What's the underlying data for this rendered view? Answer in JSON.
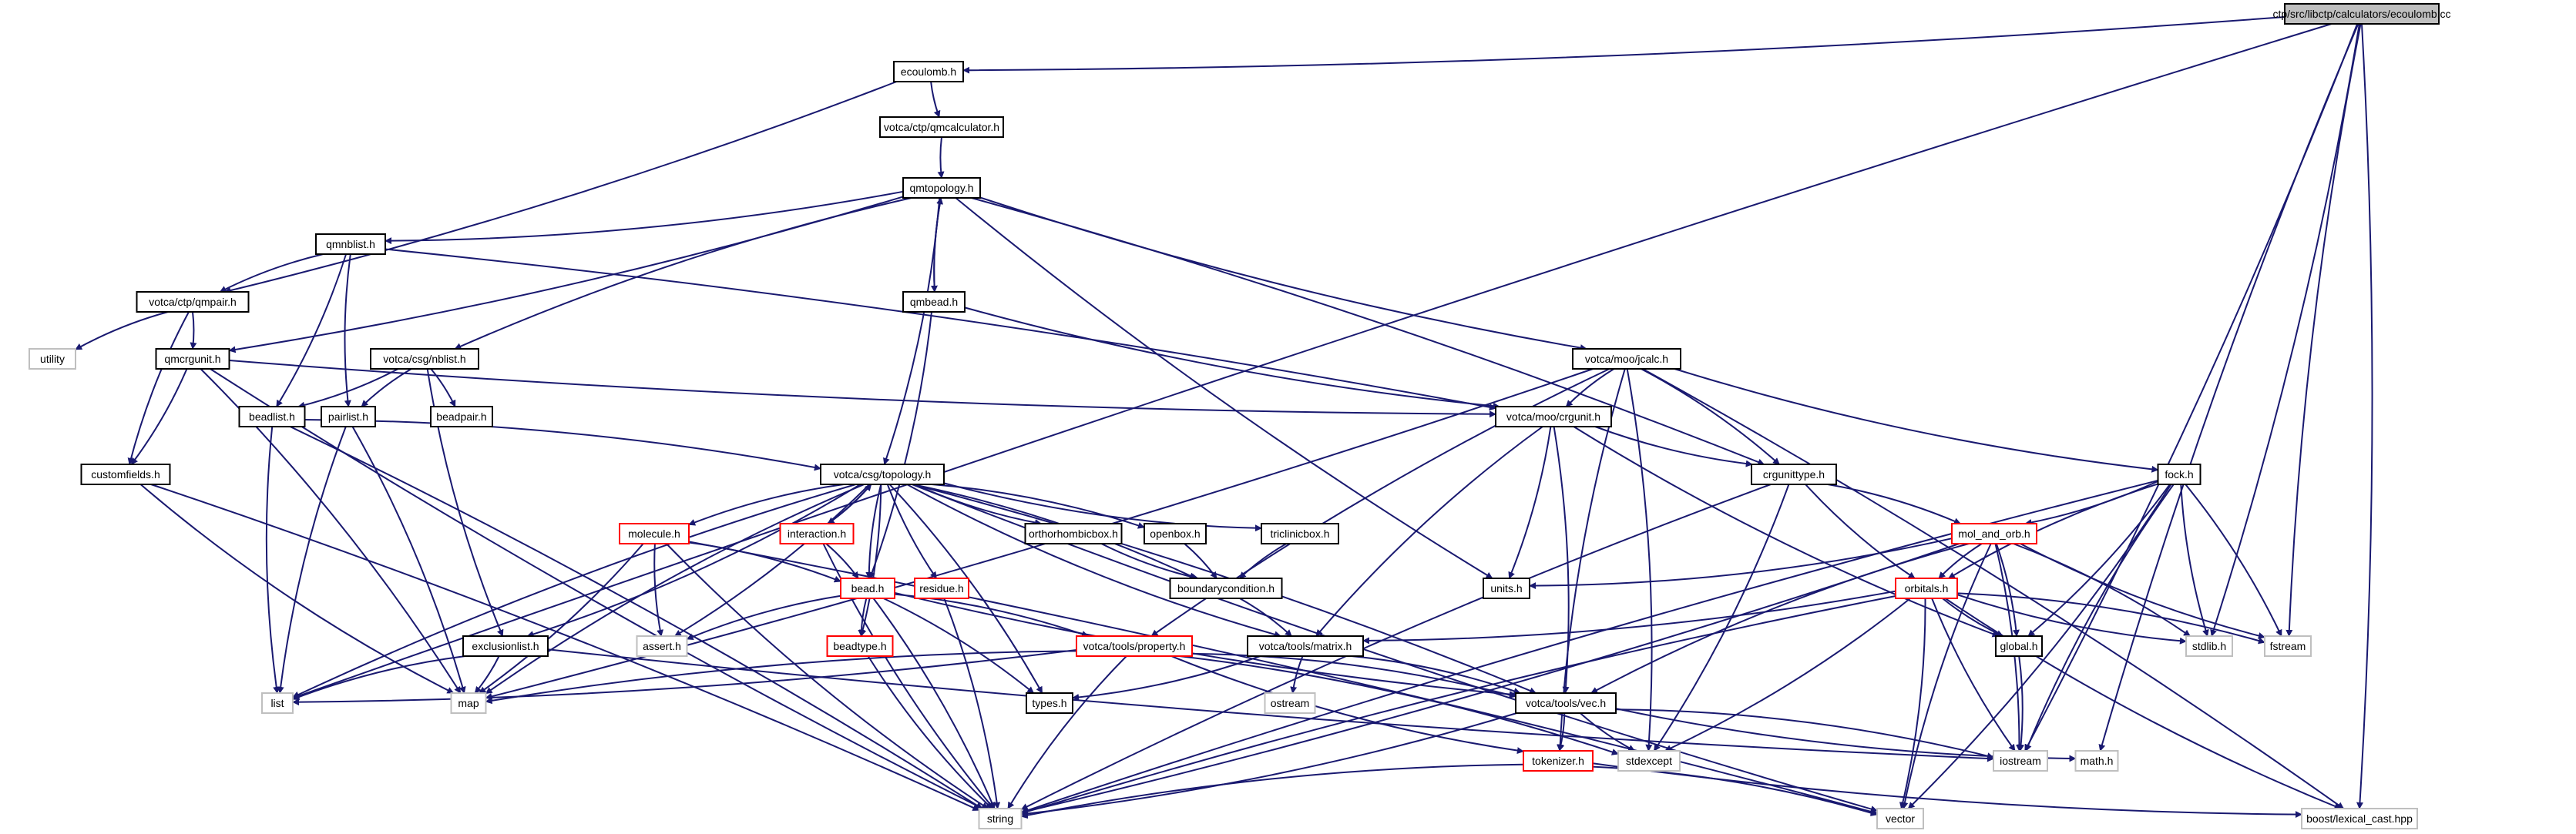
{
  "graph": {
    "colors": {
      "edge": "#191970",
      "root_fill": "#bfbfbf",
      "normal_stroke": "#000000",
      "truncated_stroke": "#ff0000",
      "external_stroke": "#bfbfbf",
      "external_text": "#000000"
    },
    "nodes": [
      {
        "id": "root",
        "label": "ctp/src/libctp/calculators/ecoulomb.cc",
        "kind": "root"
      },
      {
        "id": "ecoulomb_h",
        "label": "ecoulomb.h",
        "kind": "normal"
      },
      {
        "id": "qmcalculator_h",
        "label": "votca/ctp/qmcalculator.h",
        "kind": "normal"
      },
      {
        "id": "qmtopology_h",
        "label": "qmtopology.h",
        "kind": "normal"
      },
      {
        "id": "qmnblist_h",
        "label": "qmnblist.h",
        "kind": "normal"
      },
      {
        "id": "qmpair_h",
        "label": "votca/ctp/qmpair.h",
        "kind": "normal"
      },
      {
        "id": "utility",
        "label": "utility",
        "kind": "external"
      },
      {
        "id": "qmcrgunit_h",
        "label": "qmcrgunit.h",
        "kind": "normal"
      },
      {
        "id": "nblist_h",
        "label": "votca/csg/nblist.h",
        "kind": "normal"
      },
      {
        "id": "beadlist_h",
        "label": "beadlist.h",
        "kind": "normal"
      },
      {
        "id": "pairlist_h",
        "label": "pairlist.h",
        "kind": "normal"
      },
      {
        "id": "beadpair_h",
        "label": "beadpair.h",
        "kind": "normal"
      },
      {
        "id": "customfields_h",
        "label": "customfields.h",
        "kind": "normal"
      },
      {
        "id": "qmbead_h",
        "label": "qmbead.h",
        "kind": "normal"
      },
      {
        "id": "jcalc_h",
        "label": "votca/moo/jcalc.h",
        "kind": "normal"
      },
      {
        "id": "crgunit_h",
        "label": "votca/moo/crgunit.h",
        "kind": "normal"
      },
      {
        "id": "crgunittype_h",
        "label": "crgunittype.h",
        "kind": "normal"
      },
      {
        "id": "fock_h",
        "label": "fock.h",
        "kind": "normal"
      },
      {
        "id": "mol_and_orb_h",
        "label": "mol_and_orb.h",
        "kind": "truncated"
      },
      {
        "id": "orbitals_h",
        "label": "orbitals.h",
        "kind": "truncated"
      },
      {
        "id": "units_h",
        "label": "units.h",
        "kind": "normal"
      },
      {
        "id": "global_h",
        "label": "global.h",
        "kind": "normal"
      },
      {
        "id": "stdlib_h",
        "label": "stdlib.h",
        "kind": "external"
      },
      {
        "id": "fstream",
        "label": "fstream",
        "kind": "external"
      },
      {
        "id": "topology_h",
        "label": "votca/csg/topology.h",
        "kind": "normal"
      },
      {
        "id": "molecule_h",
        "label": "molecule.h",
        "kind": "truncated"
      },
      {
        "id": "interaction_h",
        "label": "interaction.h",
        "kind": "truncated"
      },
      {
        "id": "orthorhombicbox_h",
        "label": "orthorhombicbox.h",
        "kind": "normal"
      },
      {
        "id": "openbox_h",
        "label": "openbox.h",
        "kind": "normal"
      },
      {
        "id": "triclinicbox_h",
        "label": "triclinicbox.h",
        "kind": "normal"
      },
      {
        "id": "residue_h",
        "label": "residue.h",
        "kind": "truncated"
      },
      {
        "id": "bead_h",
        "label": "bead.h",
        "kind": "truncated"
      },
      {
        "id": "boundarycondition_h",
        "label": "boundarycondition.h",
        "kind": "normal"
      },
      {
        "id": "beadtype_h",
        "label": "beadtype.h",
        "kind": "truncated"
      },
      {
        "id": "property_h",
        "label": "votca/tools/property.h",
        "kind": "truncated"
      },
      {
        "id": "matrix_h",
        "label": "votca/tools/matrix.h",
        "kind": "normal"
      },
      {
        "id": "ostream",
        "label": "ostream",
        "kind": "external"
      },
      {
        "id": "assert_h",
        "label": "assert.h",
        "kind": "external"
      },
      {
        "id": "exclusionlist_h",
        "label": "exclusionlist.h",
        "kind": "normal"
      },
      {
        "id": "list",
        "label": "list",
        "kind": "external"
      },
      {
        "id": "map",
        "label": "map",
        "kind": "external"
      },
      {
        "id": "types_h",
        "label": "types.h",
        "kind": "normal"
      },
      {
        "id": "vec_h",
        "label": "votca/tools/vec.h",
        "kind": "normal"
      },
      {
        "id": "tokenizer_h",
        "label": "tokenizer.h",
        "kind": "truncated"
      },
      {
        "id": "stdexcept",
        "label": "stdexcept",
        "kind": "external"
      },
      {
        "id": "iostream",
        "label": "iostream",
        "kind": "external"
      },
      {
        "id": "math_h",
        "label": "math.h",
        "kind": "external"
      },
      {
        "id": "string",
        "label": "string",
        "kind": "external"
      },
      {
        "id": "vector",
        "label": "vector",
        "kind": "external"
      },
      {
        "id": "lexical_cast",
        "label": "boost/lexical_cast.hpp",
        "kind": "external"
      }
    ],
    "edges": [
      [
        "root",
        "ecoulomb_h"
      ],
      [
        "root",
        "list"
      ],
      [
        "root",
        "stdlib_h"
      ],
      [
        "root",
        "fstream"
      ],
      [
        "root",
        "iostream"
      ],
      [
        "root",
        "math_h"
      ],
      [
        "root",
        "lexical_cast"
      ],
      [
        "ecoulomb_h",
        "qmcalculator_h"
      ],
      [
        "ecoulomb_h",
        "qmpair_h"
      ],
      [
        "qmcalculator_h",
        "qmtopology_h"
      ],
      [
        "qmtopology_h",
        "qmnblist_h"
      ],
      [
        "qmtopology_h",
        "qmbead_h"
      ],
      [
        "qmtopology_h",
        "qmcrgunit_h"
      ],
      [
        "qmtopology_h",
        "nblist_h"
      ],
      [
        "qmtopology_h",
        "topology_h"
      ],
      [
        "qmtopology_h",
        "jcalc_h"
      ],
      [
        "qmtopology_h",
        "crgunittype_h"
      ],
      [
        "qmtopology_h",
        "units_h"
      ],
      [
        "qmbead_h",
        "qmtopology_h"
      ],
      [
        "qmbead_h",
        "crgunit_h"
      ],
      [
        "qmbead_h",
        "bead_h"
      ],
      [
        "qmnblist_h",
        "qmpair_h"
      ],
      [
        "qmnblist_h",
        "beadlist_h"
      ],
      [
        "qmnblist_h",
        "pairlist_h"
      ],
      [
        "qmnblist_h",
        "crgunit_h"
      ],
      [
        "qmpair_h",
        "utility"
      ],
      [
        "qmpair_h",
        "qmcrgunit_h"
      ],
      [
        "qmpair_h",
        "customfields_h"
      ],
      [
        "qmcrgunit_h",
        "customfields_h"
      ],
      [
        "qmcrgunit_h",
        "crgunit_h"
      ],
      [
        "qmcrgunit_h",
        "map"
      ],
      [
        "qmcrgunit_h",
        "string"
      ],
      [
        "nblist_h",
        "beadlist_h"
      ],
      [
        "nblist_h",
        "pairlist_h"
      ],
      [
        "nblist_h",
        "beadpair_h"
      ],
      [
        "nblist_h",
        "exclusionlist_h"
      ],
      [
        "beadlist_h",
        "topology_h"
      ],
      [
        "beadlist_h",
        "list"
      ],
      [
        "beadlist_h",
        "string"
      ],
      [
        "pairlist_h",
        "list"
      ],
      [
        "pairlist_h",
        "map"
      ],
      [
        "customfields_h",
        "map"
      ],
      [
        "customfields_h",
        "string"
      ],
      [
        "jcalc_h",
        "crgunit_h"
      ],
      [
        "jcalc_h",
        "crgunittype_h"
      ],
      [
        "jcalc_h",
        "fock_h"
      ],
      [
        "jcalc_h",
        "map"
      ],
      [
        "jcalc_h",
        "property_h"
      ],
      [
        "jcalc_h",
        "stdexcept"
      ],
      [
        "jcalc_h",
        "tokenizer_h"
      ],
      [
        "jcalc_h",
        "lexical_cast"
      ],
      [
        "crgunit_h",
        "crgunittype_h"
      ],
      [
        "crgunit_h",
        "units_h"
      ],
      [
        "crgunit_h",
        "matrix_h"
      ],
      [
        "crgunit_h",
        "vec_h"
      ],
      [
        "crgunit_h",
        "global_h"
      ],
      [
        "crgunittype_h",
        "mol_and_orb_h"
      ],
      [
        "crgunittype_h",
        "orbitals_h"
      ],
      [
        "crgunittype_h",
        "stdexcept"
      ],
      [
        "crgunittype_h",
        "string"
      ],
      [
        "fock_h",
        "mol_and_orb_h"
      ],
      [
        "fock_h",
        "orbitals_h"
      ],
      [
        "fock_h",
        "global_h"
      ],
      [
        "fock_h",
        "stdlib_h"
      ],
      [
        "fock_h",
        "fstream"
      ],
      [
        "fock_h",
        "iostream"
      ],
      [
        "fock_h",
        "vector"
      ],
      [
        "fock_h",
        "string"
      ],
      [
        "mol_and_orb_h",
        "units_h"
      ],
      [
        "mol_and_orb_h",
        "orbitals_h"
      ],
      [
        "mol_and_orb_h",
        "global_h"
      ],
      [
        "mol_and_orb_h",
        "vec_h"
      ],
      [
        "mol_and_orb_h",
        "stdlib_h"
      ],
      [
        "mol_and_orb_h",
        "fstream"
      ],
      [
        "mol_and_orb_h",
        "iostream"
      ],
      [
        "mol_and_orb_h",
        "vector"
      ],
      [
        "mol_and_orb_h",
        "string"
      ],
      [
        "orbitals_h",
        "global_h"
      ],
      [
        "orbitals_h",
        "matrix_h"
      ],
      [
        "orbitals_h",
        "stdlib_h"
      ],
      [
        "orbitals_h",
        "fstream"
      ],
      [
        "orbitals_h",
        "iostream"
      ],
      [
        "orbitals_h",
        "vector"
      ],
      [
        "orbitals_h",
        "string"
      ],
      [
        "orbitals_h",
        "stdexcept"
      ],
      [
        "orbitals_h",
        "lexical_cast"
      ],
      [
        "global_h",
        "iostream"
      ],
      [
        "topology_h",
        "list"
      ],
      [
        "topology_h",
        "exclusionlist_h"
      ],
      [
        "topology_h",
        "map"
      ],
      [
        "topology_h",
        "assert_h"
      ],
      [
        "topology_h",
        "molecule_h"
      ],
      [
        "topology_h",
        "interaction_h"
      ],
      [
        "topology_h",
        "bead_h"
      ],
      [
        "topology_h",
        "beadtype_h"
      ],
      [
        "topology_h",
        "residue_h"
      ],
      [
        "topology_h",
        "types_h"
      ],
      [
        "topology_h",
        "orthorhombicbox_h"
      ],
      [
        "topology_h",
        "openbox_h"
      ],
      [
        "topology_h",
        "triclinicbox_h"
      ],
      [
        "topology_h",
        "boundarycondition_h"
      ],
      [
        "topology_h",
        "matrix_h"
      ],
      [
        "topology_h",
        "vec_h"
      ],
      [
        "topology_h",
        "vector"
      ],
      [
        "molecule_h",
        "bead_h"
      ],
      [
        "molecule_h",
        "assert_h"
      ],
      [
        "molecule_h",
        "map"
      ],
      [
        "molecule_h",
        "string"
      ],
      [
        "molecule_h",
        "vector"
      ],
      [
        "interaction_h",
        "topology_h"
      ],
      [
        "interaction_h",
        "bead_h"
      ],
      [
        "interaction_h",
        "string"
      ],
      [
        "residue_h",
        "string"
      ],
      [
        "bead_h",
        "beadtype_h"
      ],
      [
        "bead_h",
        "property_h"
      ],
      [
        "bead_h",
        "assert_h"
      ],
      [
        "bead_h",
        "types_h"
      ],
      [
        "bead_h",
        "vec_h"
      ],
      [
        "bead_h",
        "string"
      ],
      [
        "orthorhombicbox_h",
        "boundarycondition_h"
      ],
      [
        "openbox_h",
        "boundarycondition_h"
      ],
      [
        "triclinicbox_h",
        "boundarycondition_h"
      ],
      [
        "boundarycondition_h",
        "matrix_h"
      ],
      [
        "beadtype_h",
        "string"
      ],
      [
        "property_h",
        "list"
      ],
      [
        "property_h",
        "map"
      ],
      [
        "property_h",
        "vec_h"
      ],
      [
        "property_h",
        "tokenizer_h"
      ],
      [
        "property_h",
        "stdexcept"
      ],
      [
        "property_h",
        "string"
      ],
      [
        "matrix_h",
        "types_h"
      ],
      [
        "matrix_h",
        "ostream"
      ],
      [
        "matrix_h",
        "vec_h"
      ],
      [
        "exclusionlist_h",
        "list"
      ],
      [
        "exclusionlist_h",
        "map"
      ],
      [
        "exclusionlist_h",
        "iostream"
      ],
      [
        "vec_h",
        "tokenizer_h"
      ],
      [
        "vec_h",
        "stdexcept"
      ],
      [
        "vec_h",
        "iostream"
      ],
      [
        "vec_h",
        "math_h"
      ],
      [
        "vec_h",
        "string"
      ],
      [
        "tokenizer_h",
        "string"
      ],
      [
        "tokenizer_h",
        "vector"
      ],
      [
        "tokenizer_h",
        "lexical_cast"
      ]
    ]
  }
}
